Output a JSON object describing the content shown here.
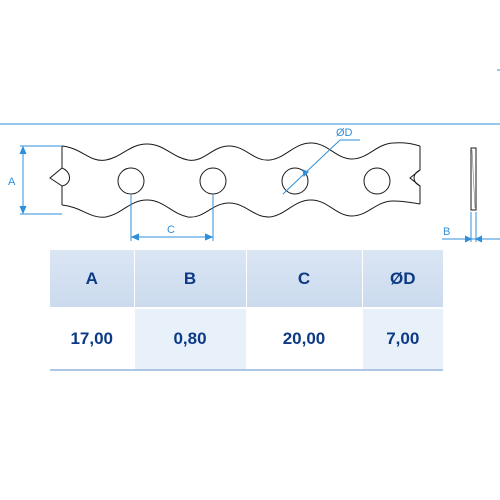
{
  "drawing": {
    "labels": {
      "a": "A",
      "b": "B",
      "c": "C",
      "d": "ØD"
    },
    "colors": {
      "outline": "#1a1a1a",
      "dimension": "#2f8fd8"
    }
  },
  "table": {
    "headers": [
      "A",
      "B",
      "C",
      "ØD"
    ],
    "values": [
      "17,00",
      "0,80",
      "20,00",
      "7,00"
    ],
    "colors": {
      "header_bg": "#d3e0f1",
      "text": "#0d3a84",
      "rule": "#aec6e6"
    }
  }
}
